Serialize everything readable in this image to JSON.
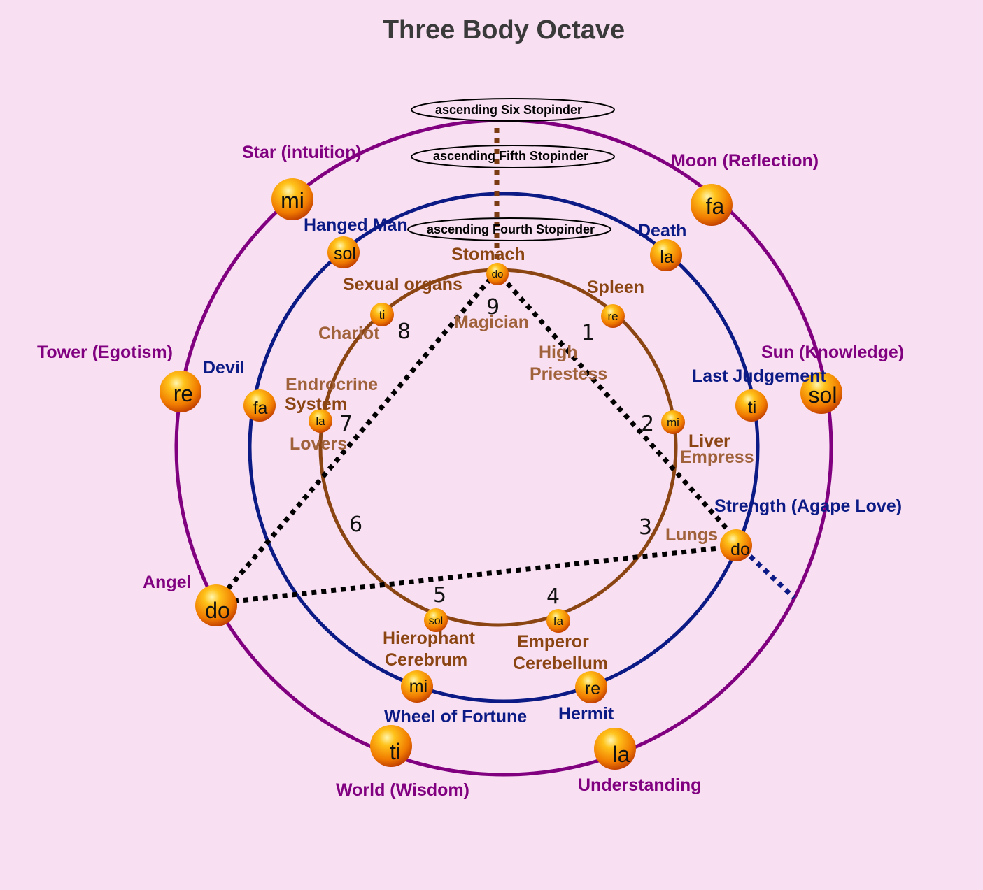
{
  "title": "Three Body Octave",
  "stopinders": {
    "six": "ascending Six Stopinder",
    "fifth": "ascending Fifth Stopinder",
    "fourth": "ascending Fourth Stopinder"
  },
  "outer_ring": {
    "color": "#800080",
    "nodes": [
      {
        "note": "mi",
        "label": "Star (intuition)"
      },
      {
        "note": "fa",
        "label": "Moon (Reflection)"
      },
      {
        "note": "sol",
        "label": "Sun (Knowledge)"
      },
      {
        "note": "re",
        "label": "Tower (Egotism)"
      },
      {
        "note": "do",
        "label": "Angel"
      },
      {
        "note": "ti",
        "label": "World (Wisdom)"
      },
      {
        "note": "la",
        "label": "Understanding"
      }
    ]
  },
  "middle_ring": {
    "color": "#0b1a84",
    "nodes": [
      {
        "note": "sol",
        "label": "Hanged Man"
      },
      {
        "note": "la",
        "label": "Death"
      },
      {
        "note": "ti",
        "label": "Last Judgement"
      },
      {
        "note": "fa",
        "label": "Devil"
      },
      {
        "note": "do",
        "label": "Strength (Agape Love)"
      },
      {
        "note": "mi",
        "label": "Wheel of Fortune"
      },
      {
        "note": "re",
        "label": "Hermit"
      }
    ]
  },
  "inner_ring": {
    "color": "#8b4513",
    "nodes": [
      {
        "note": "do",
        "organ": "Stomach",
        "card": "Magician",
        "number": "9"
      },
      {
        "note": "re",
        "organ": "Spleen",
        "card": "High Priestess",
        "card_line1": "High",
        "card_line2": "Priestess",
        "number": "1"
      },
      {
        "note": "mi",
        "organ": "Liver",
        "card": "Empress",
        "number": "2"
      },
      {
        "note": "",
        "organ": "Lungs",
        "card": "",
        "number": "3"
      },
      {
        "note": "fa",
        "organ": "Cerebellum",
        "card": "Emperor",
        "number": "4"
      },
      {
        "note": "sol",
        "organ": "Cerebrum",
        "card": "Hierophant",
        "number": "5"
      },
      {
        "note": "",
        "organ": "",
        "card": "",
        "number": "6"
      },
      {
        "note": "la",
        "organ": "Endrocrine System",
        "organ_line1": "Endrocrine",
        "organ_line2": "System",
        "card": "Lovers",
        "number": "7"
      },
      {
        "note": "ti",
        "organ": "Sexual organs",
        "card": "Chariot",
        "number": "8"
      }
    ]
  },
  "colors": {
    "background": "#f8dff2",
    "sphere_core": "#ffb300",
    "sphere_edge": "#d84a00",
    "organ_text": "#8b4513",
    "card_text": "#a0623a"
  }
}
